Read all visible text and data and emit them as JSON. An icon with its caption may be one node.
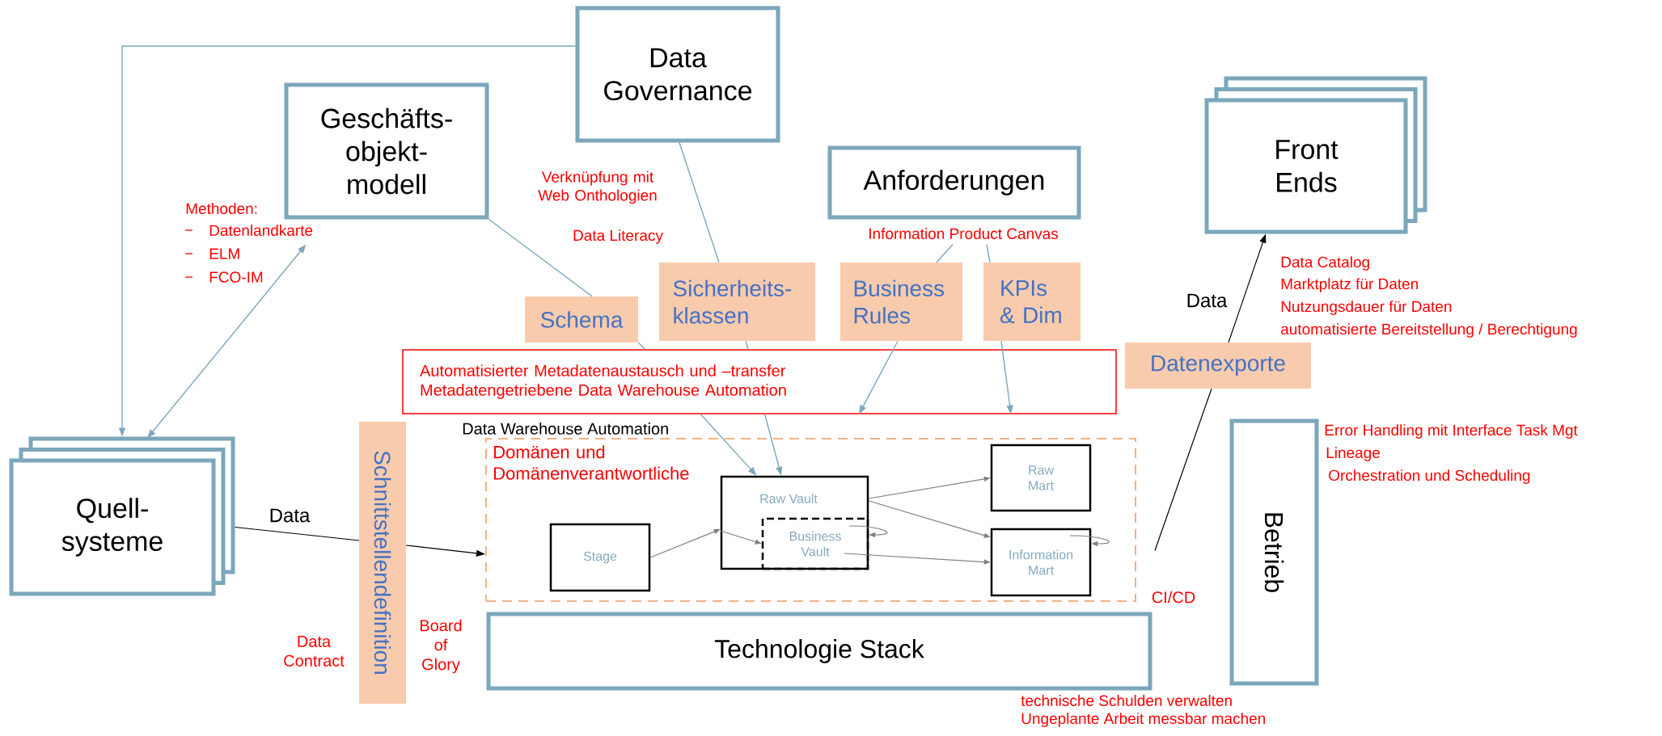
{
  "diagram": {
    "nodes": [
      {
        "text": [
          "Data Governance"
        ]
      },
      {
        "text": [
          "Geschäfts- objekt- modell"
        ]
      },
      {
        "text": [
          "Anforderungen"
        ],
        "beside": [
          "Information Product Canvas"
        ]
      },
      {
        "text": [
          "Front Ends"
        ]
      },
      {
        "text": [
          "Schema"
        ]
      },
      {
        "text": [
          "Sicherheits- klassen"
        ]
      },
      {
        "text": [
          "Business Rules"
        ]
      },
      {
        "text": [
          "KPIs & Dim"
        ]
      },
      {
        "text": [
          "Automatisierter Metadatenaustausch und –transfer",
          "Metadatengetriebene Data Warehouse Automation"
        ]
      },
      {
        "text": [
          "Datenexporte"
        ]
      },
      {
        "text": [
          "Quell- systeme"
        ]
      },
      {
        "text": [
          "Schnittstellendefinition"
        ]
      },
      {
        "text": [
          "Data Warehouse Automation",
          "Domänen und Domänenverantwortliche"
        ]
      },
      {
        "text": [
          "Stage"
        ],
        "in": 12
      },
      {
        "text": [
          "Raw Vault"
        ],
        "in": 12
      },
      {
        "text": [
          "Business Vault"
        ],
        "in": 14
      },
      {
        "text": [
          "Raw Mart"
        ],
        "in": 12
      },
      {
        "text": [
          "Information Mart"
        ],
        "in": 12
      },
      {
        "text": [
          "Technologie Stack"
        ]
      },
      {
        "text": [
          "Betrieb"
        ],
        "beside": [
          "Error Handling mit Interface Task Mgt",
          "Lineage",
          "Orchestration und Scheduling"
        ]
      }
    ],
    "edges": [
      {
        "from": 0,
        "to": 10,
        "arrow": "to"
      },
      {
        "from": 1,
        "to": 10,
        "arrow": "both"
      },
      {
        "from": 1,
        "to": 4,
        "arrow": "none"
      },
      {
        "from": 4,
        "to": 8,
        "arrow": "none"
      },
      {
        "from": 0,
        "to": 5,
        "arrow": "none"
      },
      {
        "from": 5,
        "to": 8,
        "arrow": "none"
      },
      {
        "from": 2,
        "to": 6,
        "arrow": "none"
      },
      {
        "from": 2,
        "to": 7,
        "arrow": "none"
      },
      {
        "from": 6,
        "to": 8,
        "arrow": "to"
      },
      {
        "from": 7,
        "to": 8,
        "arrow": "to"
      },
      {
        "from": 10,
        "to": 11,
        "arrow": "none",
        "label": "Data",
        "color": "#000000"
      },
      {
        "from": 13,
        "to": 14,
        "arrow": "to",
        "color": "#7f7f7f"
      },
      {
        "from": 14,
        "to": 15,
        "arrow": "to",
        "color": "#7f7f7f"
      },
      {
        "from": 14,
        "to": 16,
        "arrow": "to",
        "color": "#7f7f7f"
      },
      {
        "from": 14,
        "to": 17,
        "arrow": "to",
        "color": "#7f7f7f"
      },
      {
        "from": 15,
        "to": 17,
        "arrow": "to",
        "color": "#7f7f7f"
      },
      {
        "from": 15,
        "to": 15,
        "arrow": "to",
        "color": "#7f7f7f"
      },
      {
        "from": 17,
        "to": 17,
        "arrow": "to",
        "color": "#7f7f7f"
      },
      {
        "from": 12,
        "to": 9,
        "arrow": "none",
        "color": "#000000"
      },
      {
        "from": 9,
        "to": 3,
        "arrow": "to",
        "label": "Data",
        "color": "#000000"
      },
      {
        "from": 8,
        "to": 14,
        "arrow": "to"
      },
      {
        "from": 8,
        "to": 14,
        "arrow": "to"
      },
      {
        "from": 11,
        "to": 12,
        "arrow": "to",
        "color": "#000000"
      }
    ],
    "labels": [
      "Verknüpfung mit Web Onthologien",
      "Data Literacy",
      "Methoden:",
      "Datenlandkarte",
      "ELM",
      "FCO-IM",
      "Data Catalog",
      "Marktplatz für Daten",
      "Nutzungsdauer für Daten",
      "automatisierte Bereitstellung / Berechtigung",
      "Data Contract",
      "Board of Glory",
      "CI/CD",
      "technische Schulden verwalten",
      "Ungeplante Arbeit messbar machen"
    ]
  }
}
